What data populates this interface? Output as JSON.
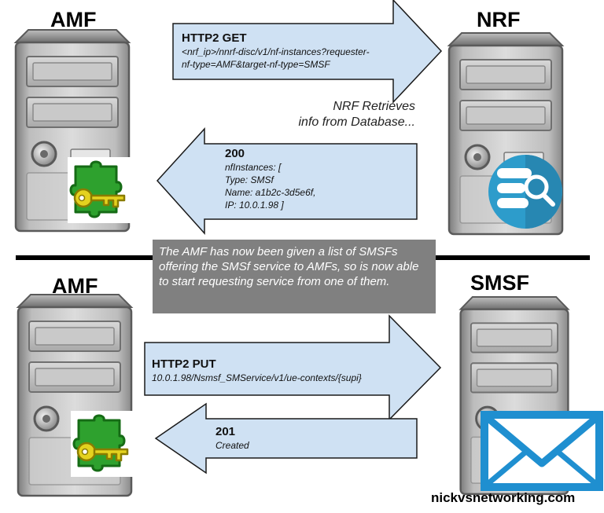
{
  "nodes": {
    "amf_top": "AMF",
    "nrf": "NRF",
    "amf_bottom": "AMF",
    "smsf": "SMSF"
  },
  "messages": {
    "get_request": {
      "method": "HTTP2 GET",
      "lines": [
        "<nrf_ip>/nnrf-disc/v1/nf-instances?requester-",
        "nf-type=AMF&target-nf-type=SMSF"
      ]
    },
    "get_response": {
      "status": "200",
      "lines": [
        "nfInstances: [",
        "Type: SMSf",
        "Name: a1b2c-3d5e6f,",
        "IP: 10.0.1.98 ]"
      ]
    },
    "put_request": {
      "method": "HTTP2 PUT",
      "lines": [
        "10.0.1.98/Nsmsf_SMService/v1/ue-contexts/{supi}"
      ]
    },
    "put_response": {
      "status": "201",
      "lines": [
        "Created"
      ]
    }
  },
  "nrf_note": [
    "NRF Retrieves",
    "info from Database..."
  ],
  "summary_note": "The AMF has now been given a list of SMSFs offering the SMSf service to AMFs, so is now able to start requesting service from one of them.",
  "footer": "nickvsnetworking.com",
  "colors": {
    "arrow_fill": "#cfe1f3",
    "arrow_stroke": "#1a1a1a",
    "note_box": "#808080",
    "search_badge": "#2d9ccb",
    "puzzle": "#2ea12e",
    "key": "#e4d21f",
    "envelope": "#1f8fd0"
  },
  "icons": [
    "server-icon",
    "puzzle-piece-icon",
    "key-icon",
    "database-search-icon",
    "envelope-icon"
  ]
}
